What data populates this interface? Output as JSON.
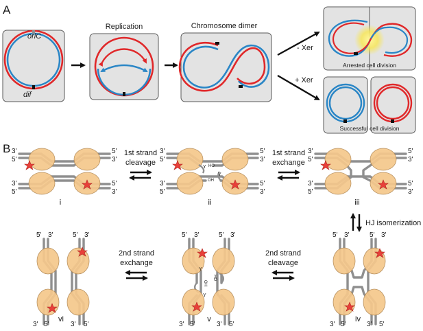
{
  "colors": {
    "strand_red": "#e0282a",
    "strand_blue": "#2a86c6",
    "dna_gray": "#8f8f8f",
    "protein": "#f5c88c",
    "star": "#e8403a",
    "yellow_glow": "#f7e65a",
    "panel_gray": "#e3e3e3"
  },
  "section_a": {
    "label": "A",
    "oric": "oriC",
    "dif": "dif",
    "replication": "Replication",
    "dimer": "Chromosome dimer",
    "minus_xer": "- Xer",
    "plus_xer": "+ Xer",
    "arrested": "Arrested cell division",
    "successful": "Successful cell division"
  },
  "section_b": {
    "label": "B",
    "end_3": "3'",
    "end_5": "5'",
    "oh": "OH",
    "ho": "HO",
    "tyr": "Y",
    "states": [
      "i",
      "ii",
      "iii",
      "iv",
      "v",
      "vi"
    ],
    "step1_line1": "1st strand",
    "step1_line2": "cleavage",
    "step2_line1": "1st strand",
    "step2_line2": "exchange",
    "step3": "HJ isomerization",
    "step4_line1": "2nd strand",
    "step4_line2": "cleavage",
    "step5_line1": "2nd strand",
    "step5_line2": "exchange"
  }
}
